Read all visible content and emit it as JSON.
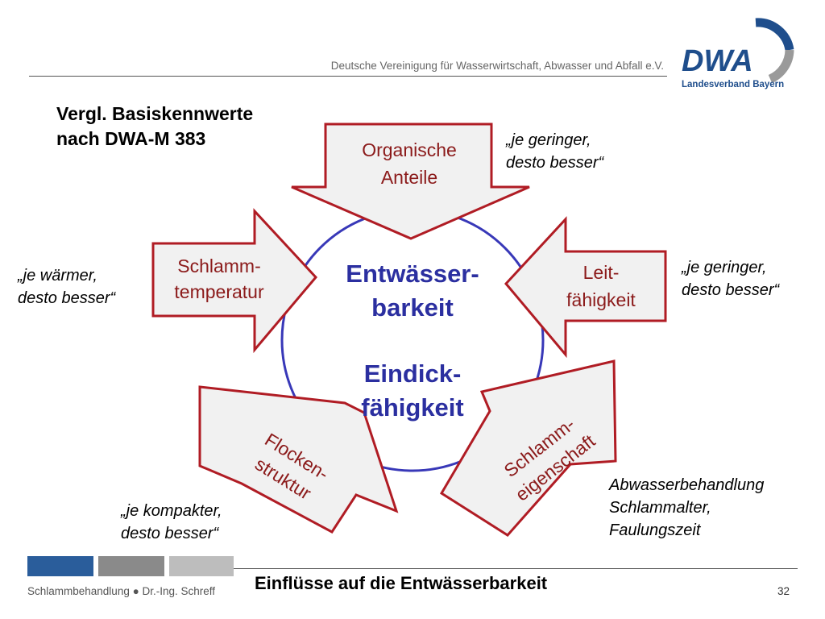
{
  "header": {
    "organization": "Deutsche Vereinigung für Wasserwirtschaft, Abwasser und Abfall e.V.",
    "logo_text": "DWA",
    "logo_subtitle": "Landesverband Bayern"
  },
  "title": {
    "line1": "Vergl. Basiskennwerte",
    "line2": "nach DWA-M 383"
  },
  "center": {
    "line1": "Entwässer-",
    "line2": "barkeit",
    "line3": "Eindick-",
    "line4": "fähigkeit"
  },
  "arrows": {
    "organic": {
      "line1": "Organische",
      "line2": "Anteile"
    },
    "temperature": {
      "line1": "Schlamm-",
      "line2": "temperatur"
    },
    "conductivity": {
      "line1": "Leit-",
      "line2": "fähigkeit"
    },
    "flocs": {
      "line1": "Flocken-",
      "line2": "struktur"
    },
    "property": {
      "line1": "Schlamm-",
      "line2": "eigenschaft"
    }
  },
  "notes": {
    "organic": {
      "line1": "„je geringer,",
      "line2": "desto besser“"
    },
    "temperature": {
      "line1": "„je wärmer,",
      "line2": "desto besser“"
    },
    "conductivity": {
      "line1": "„je geringer,",
      "line2": "desto besser“"
    },
    "flocs": {
      "line1": "„je kompakter,",
      "line2": "desto besser“"
    },
    "property": {
      "line1": "Abwasserbehandlung",
      "line2": "Schlammalter,",
      "line3": "Faulungszeit"
    }
  },
  "footer": {
    "left_text": "Schlammbehandlung ● Dr.-Ing. Schreff",
    "title": "Einflüsse auf die Entwässerbarkeit",
    "page_number": "32"
  },
  "colors": {
    "arrow_stroke": "#b01c24",
    "arrow_fill": "#f1f1f1",
    "arrow_text": "#8b1a1a",
    "circle_stroke": "#3838b8",
    "center_text": "#2b2fa0",
    "logo_blue": "#1f4e8c",
    "logo_gray": "#9a9a9a",
    "bar_blue": "#2a5d9b",
    "bar_gray": "#8a8a8a",
    "bar_light": "#bdbdbd"
  }
}
